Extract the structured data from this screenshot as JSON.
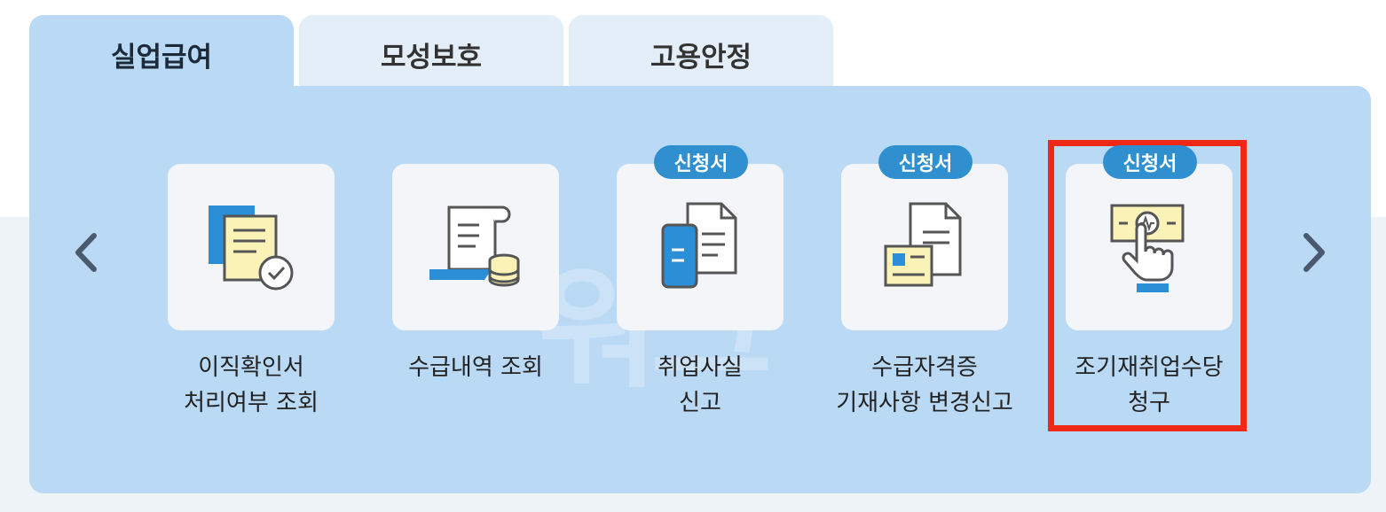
{
  "tabs": [
    {
      "label": "실업급여",
      "active": true
    },
    {
      "label": "모성보호",
      "active": false
    },
    {
      "label": "고용안정",
      "active": false
    }
  ],
  "items": [
    {
      "line1": "이직확인서",
      "line2": "처리여부 조회",
      "badge": "",
      "icon": "documents-check-icon"
    },
    {
      "line1": "수급내역 조회",
      "line2": "",
      "badge": "",
      "icon": "receipt-coins-icon"
    },
    {
      "line1": "취업사실",
      "line2": "신고",
      "badge": "신청서",
      "icon": "phone-document-icon"
    },
    {
      "line1": "수급자격증",
      "line2": "기재사항 변경신고",
      "badge": "신청서",
      "icon": "id-document-icon"
    },
    {
      "line1": "조기재취업수당",
      "line2": "청구",
      "badge": "신청서",
      "icon": "hand-money-icon"
    }
  ],
  "navigation": {
    "prev_icon": "chevron-left-icon",
    "next_icon": "chevron-right-icon"
  },
  "watermark": "워크",
  "colors": {
    "panel": "#bad9f5",
    "tab_inactive": "#e4eef9",
    "badge": "#2f8fcf",
    "highlight": "#ee2a17"
  }
}
